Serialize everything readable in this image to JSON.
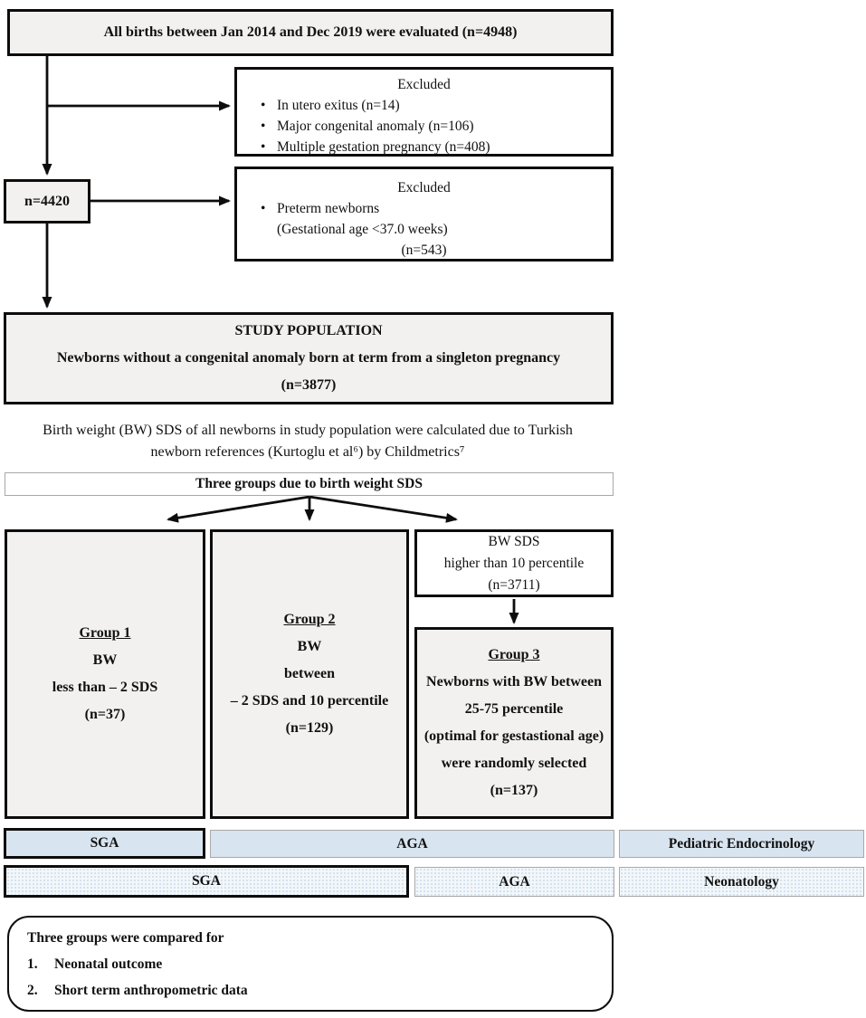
{
  "colors": {
    "box_fill_gray": "#f2f1ef",
    "box_fill_white": "#ffffff",
    "row1_fill_blue": "#d8e4ef",
    "row2_fill_dotted": "#f3f7fa",
    "border_dark": "#0d0d0d",
    "border_light": "#a8a8a8"
  },
  "top_box": {
    "text": "All births between Jan 2014 and Dec 2019 were evaluated (n=4948)"
  },
  "excluded_1": {
    "title": "Excluded",
    "items": [
      "In utero exitus (n=14)",
      "Major congenital anomaly (n=106)",
      "Multiple gestation pregnancy (n=408)"
    ]
  },
  "n4420_box": {
    "text": "n=4420"
  },
  "excluded_2": {
    "title": "Excluded",
    "item": "Preterm newborns",
    "item_detail": "(Gestational age <37.0 weeks)",
    "item_n": "(n=543)"
  },
  "study_population": {
    "title": "STUDY POPULATION",
    "line2": "Newborns without a congenital anomaly born at term from a singleton pregnancy",
    "line3": "(n=3877)"
  },
  "sds_note": {
    "line1": "Birth weight (BW) SDS of all newborns in study population were calculated due to Turkish",
    "line2": "newborn references (Kurtoglu et al⁶) by Childmetrics⁷"
  },
  "three_groups_bar": {
    "text": "Three groups due to birth weight SDS"
  },
  "group1": {
    "title": "Group 1",
    "lines": [
      "BW",
      "less than – 2 SDS",
      "(n=37)"
    ]
  },
  "group2": {
    "title": "Group 2",
    "lines": [
      "BW",
      "between",
      "– 2 SDS and 10 percentile",
      "(n=129)"
    ]
  },
  "bw_sds_box": {
    "lines": [
      "BW SDS",
      "higher than 10 percentile",
      "(n=3711)"
    ]
  },
  "group3": {
    "title": "Group 3",
    "lines": [
      "Newborns with BW between",
      "25-75 percentile",
      "(optimal for gestastional age)",
      "were randomly selected",
      "(n=137)"
    ]
  },
  "row1": {
    "sga": "SGA",
    "aga": "AGA",
    "dept": "Pediatric Endocrinology"
  },
  "row2": {
    "sga": "SGA",
    "aga": "AGA",
    "dept": "Neonatology"
  },
  "comparison_box": {
    "title": "Three groups were compared for",
    "items": [
      {
        "num": "1.",
        "text": "Neonatal outcome"
      },
      {
        "num": "2.",
        "text": "Short term anthropometric data"
      }
    ]
  }
}
